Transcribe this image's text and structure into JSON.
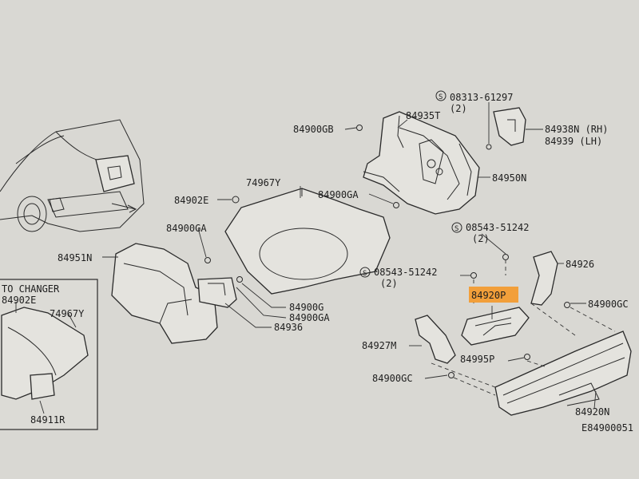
{
  "labels": {
    "p84900GB": "84900GB",
    "p84935T": "84935T",
    "s08313": "08313-61297",
    "s08313_qty": "(2)",
    "p84938N": "84938N (RH)",
    "p84939": "84939  (LH)",
    "p84950N": "84950N",
    "p74967Y_top": "74967Y",
    "p84902E_top": "84902E",
    "p84900GA_top": "84900GA",
    "p84900GA_left": "84900GA",
    "s08543_top": "08543-51242",
    "s08543_top_qty": "(2)",
    "p84951N": "84951N",
    "p84926": "84926",
    "s08543_mid": "08543-51242",
    "s08543_mid_qty": "(2)",
    "p84920P": "84920P",
    "p84900GC_right": "84900GC",
    "p84900G": "84900G",
    "p84900GA_mid": "84900GA",
    "p84936": "84936",
    "p84927M": "84927M",
    "p84995P": "84995P",
    "p84900GC_bottom": "84900GC",
    "p84920N": "84920N",
    "code": "E84900051"
  },
  "inset": {
    "title": "TO CHANGER",
    "p84902E": "84902E",
    "p74967Y": "74967Y",
    "p84911R": "84911R"
  },
  "highlight_color": "#f29f3a"
}
